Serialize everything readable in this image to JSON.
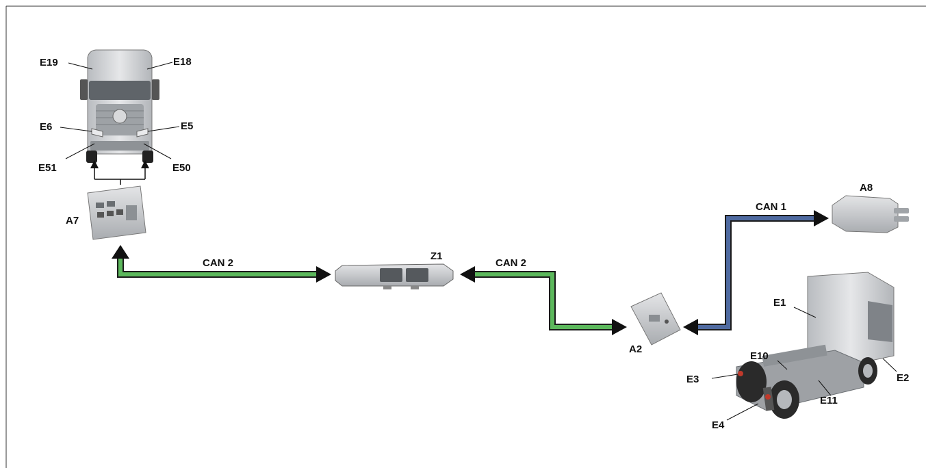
{
  "colors": {
    "can1": "#4f6aa0",
    "can2": "#5cb85c",
    "outline": "#1a1a1a",
    "component": "#c8cacd"
  },
  "buses": {
    "can2_left": "CAN 2",
    "can2_right": "CAN 2",
    "can1": "CAN 1"
  },
  "components": {
    "a7": "A7",
    "z1": "Z1",
    "a2": "A2",
    "a8": "A8"
  },
  "front_lamps": {
    "e19": "E19",
    "e18": "E18",
    "e6": "E6",
    "e5": "E5",
    "e51": "E51",
    "e50": "E50"
  },
  "rear_lamps": {
    "e1": "E1",
    "e10": "E10",
    "e3": "E3",
    "e2": "E2",
    "e11": "E11",
    "e4": "E4"
  }
}
